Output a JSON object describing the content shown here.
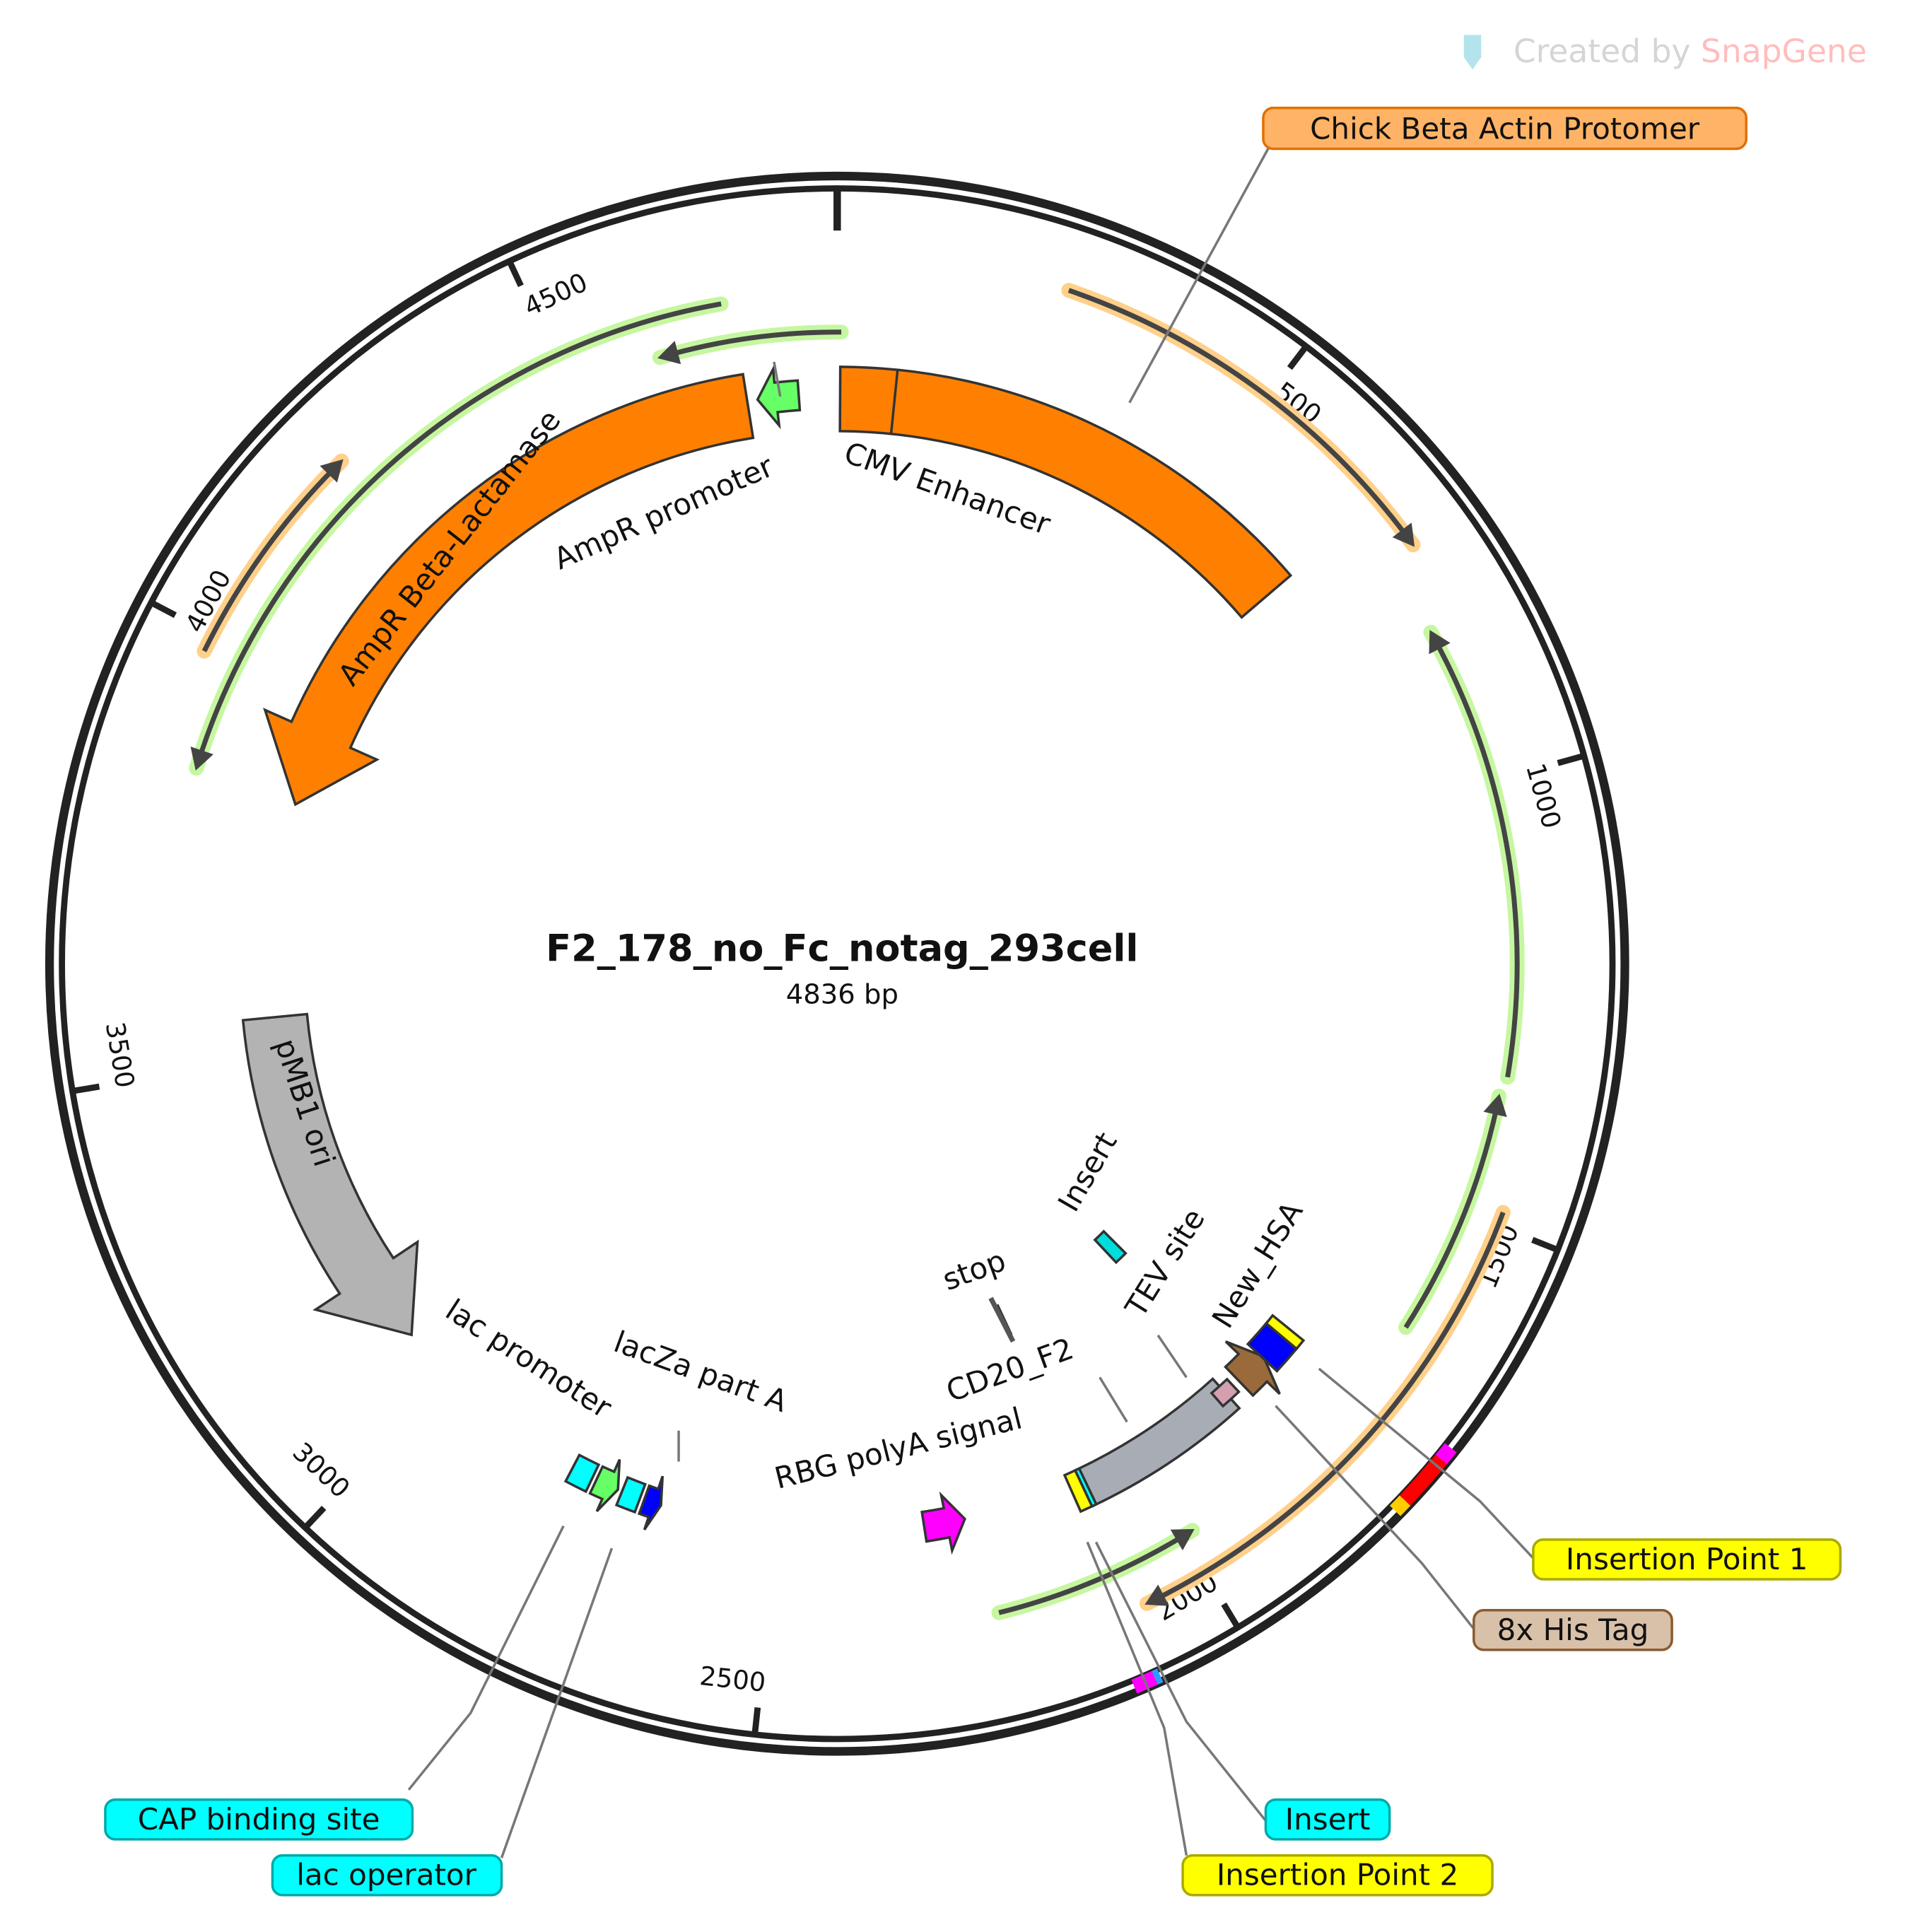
{
  "plasmid": {
    "name": "F2_178_no_Fc_notag_293cell",
    "length_label": "4836 bp",
    "length": 4836
  },
  "watermark": {
    "prefix": "Created by ",
    "brand": "SnapGene"
  },
  "ticks": [
    0,
    500,
    1000,
    1500,
    2000,
    2500,
    3000,
    3500,
    4000,
    4500
  ],
  "tick_labels": [
    "500",
    "1000",
    "1500",
    "2000",
    "2500",
    "3000",
    "3500",
    "4000",
    "4500"
  ],
  "colors": {
    "orange": "#ff8000",
    "green": "#66ff66",
    "gray": "#b3b3b3",
    "primer_green": "#c6f7a0",
    "primer_orange": "#ffd08a",
    "cyan": "#00ffff",
    "magenta": "#ff00ff",
    "yellow": "#ffff00",
    "blue": "#0000ff"
  },
  "features": [
    {
      "name": "CMV Enhancer",
      "start": 4,
      "end": 664,
      "dir": "none",
      "color": "#ff8000",
      "track": "main"
    },
    {
      "name": "AmpR Beta-Lactamase",
      "start": 3847,
      "end": 4714,
      "dir": "ccw",
      "color": "#ff8000",
      "track": "main"
    },
    {
      "name": "AmpR promoter",
      "start": 4728,
      "end": 4784,
      "dir": "ccw",
      "color": "#66ff66",
      "track": "small"
    },
    {
      "name": "pMB1 ori",
      "start": 3075,
      "end": 3554,
      "dir": "ccw",
      "color": "#b3b3b3",
      "track": "main"
    },
    {
      "name": "CAP binding site",
      "start": 2760,
      "end": 2790,
      "dir": "none",
      "color": "#00ffff",
      "track": "small"
    },
    {
      "name": "lac promoter",
      "start": 2722,
      "end": 2754,
      "dir": "ccw",
      "color": "#66ff66",
      "track": "small"
    },
    {
      "name": "lac operator",
      "start": 2690,
      "end": 2716,
      "dir": "none",
      "color": "#00ffff",
      "track": "small"
    },
    {
      "name": "lacZa part A",
      "start": 2660,
      "end": 2684,
      "dir": "ccw",
      "color": "#0000ff",
      "track": "small"
    },
    {
      "name": "RBG polyA signal",
      "start": 2244,
      "end": 2300,
      "dir": "ccw",
      "color": "#ff00ff",
      "track": "small"
    },
    {
      "name": "CD20_F2",
      "start": 1852,
      "end": 2080,
      "dir": "none",
      "color": "#a8adb5",
      "track": "mid"
    },
    {
      "name": "Insertion Point 2",
      "start": 2080,
      "end": 2096,
      "dir": "none",
      "color": "#ffff00",
      "track": "mid"
    },
    {
      "name": "Insert",
      "start": 2074,
      "end": 2080,
      "dir": "none",
      "color": "#00ffff",
      "track": "mid"
    },
    {
      "name": "TEV site",
      "start": 1838,
      "end": 1866,
      "dir": "none",
      "color": "#d4a0b0",
      "track": "thin"
    },
    {
      "name": "New_HSA",
      "start": 1782,
      "end": 1828,
      "dir": "ccw",
      "color": "#9a6a3a",
      "track": "mid"
    },
    {
      "name": "8x His Tag",
      "start": 1746,
      "end": 1784,
      "dir": "none",
      "color": "#0000ff",
      "track": "mid"
    },
    {
      "name": "Insertion Point 1",
      "start": 1732,
      "end": 1746,
      "dir": "none",
      "color": "#ffff00",
      "track": "mid"
    },
    {
      "name": "Insert",
      "start": 1815,
      "end": 1840,
      "dir": "none",
      "color": "#00dddd",
      "track": "inner"
    },
    {
      "name": "stop",
      "start": 2080,
      "end": 2082,
      "dir": "none",
      "color": "#555555",
      "track": "inner"
    }
  ],
  "primers": [
    {
      "start": 255,
      "end": 725,
      "dir": "cw",
      "color": "#ffd08a",
      "track": 575
    },
    {
      "start": 817,
      "end": 1338,
      "dir": "ccw",
      "color": "#c6f7a0",
      "track": 549
    },
    {
      "start": 1361,
      "end": 1647,
      "dir": "ccw",
      "color": "#c6f7a0",
      "track": 545
    },
    {
      "start": 1484,
      "end": 2071,
      "dir": "cw",
      "color": "#ffd08a",
      "track": 574
    },
    {
      "start": 1987,
      "end": 2230,
      "dir": "ccw",
      "color": "#c6f7a0",
      "track": 540
    },
    {
      "start": 3855,
      "end": 4702,
      "dir": "ccw",
      "color": "#c6f7a0",
      "track": 541
    },
    {
      "start": 4617,
      "end": 5,
      "dir": "ccw",
      "color": "#c6f7a0",
      "track": 510
    },
    {
      "start": 3980,
      "end": 4237,
      "dir": "cw",
      "color": "#ffd08a",
      "track": 570
    }
  ],
  "ring_marks": [
    {
      "start": 1723,
      "end": 1738,
      "color": "#ff00ff"
    },
    {
      "start": 1738,
      "end": 1792,
      "color": "#ff0000"
    },
    {
      "start": 1792,
      "end": 1806,
      "color": "#ffcc00"
    },
    {
      "start": 2096,
      "end": 2118,
      "color": "#ff00ff"
    },
    {
      "start": 2090,
      "end": 2096,
      "color": "#3399ff"
    }
  ],
  "labels": {
    "cmv": "CMV Enhancer",
    "ampr": "AmpR Beta-Lactamase",
    "ampr_promoter": "AmpR promoter",
    "ori": "pMB1 ori",
    "insert": "Insert",
    "stop": "stop",
    "tev": "TEV site",
    "hsa": "New_HSA",
    "cd20": "CD20_F2",
    "rbg": "RBG polyA signal",
    "lacza": "lacZa part A",
    "lacp": "lac promoter"
  },
  "callouts": {
    "chick": "Chick Beta Actin Protomer",
    "ip1": "Insertion Point 1",
    "his": "8x His Tag",
    "cap": "CAP binding site",
    "laco": "lac operator",
    "insert": "Insert",
    "ip2": "Insertion Point 2"
  }
}
